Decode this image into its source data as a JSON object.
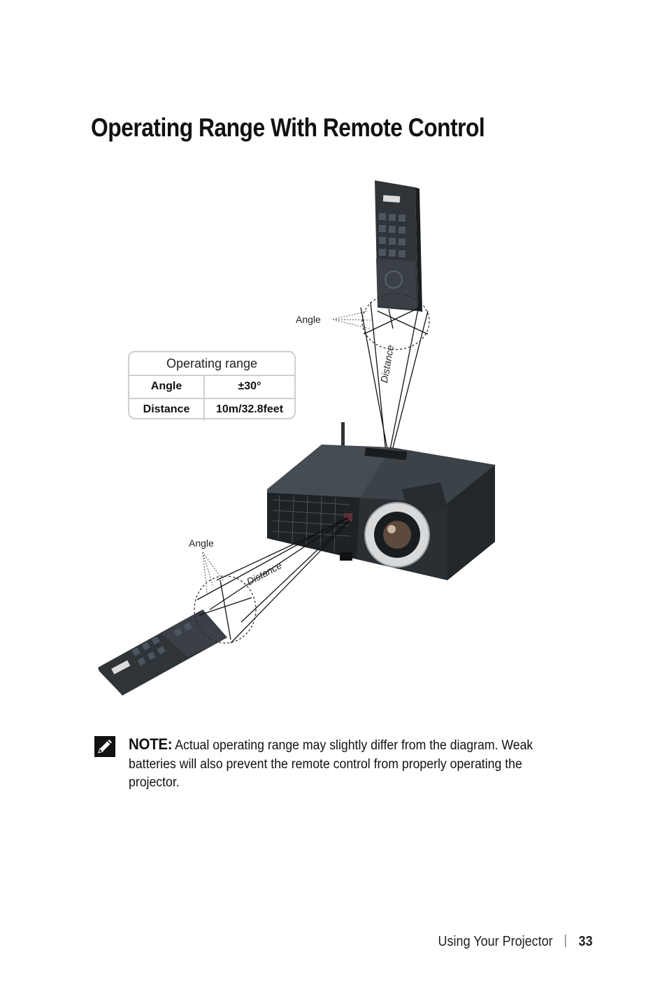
{
  "page": {
    "title": "Operating Range With Remote Control"
  },
  "diagram": {
    "top_angle_label": "Angle",
    "top_distance_label": "Distance",
    "bottom_angle_label": "Angle",
    "bottom_distance_label": "Distance",
    "table": {
      "caption": "Operating range",
      "rows": [
        {
          "label": "Angle",
          "value": "±30°"
        },
        {
          "label": "Distance",
          "value": "10m/32.8feet"
        }
      ]
    }
  },
  "note": {
    "label": "NOTE:",
    "text": "Actual operating range may slightly differ from the diagram. Weak batteries will also prevent the remote control from properly operating the projector."
  },
  "footer": {
    "section": "Using Your Projector",
    "page_number": "33"
  }
}
